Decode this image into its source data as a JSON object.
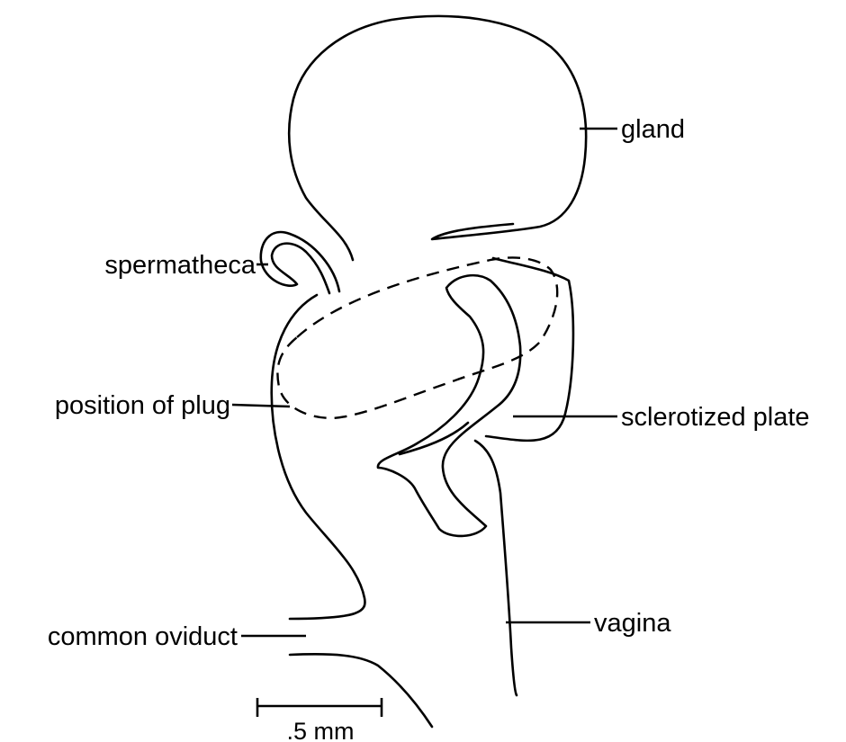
{
  "labels": {
    "gland": "gland",
    "spermatheca": "spermatheca",
    "position_of_plug": "position of plug",
    "sclerotized_plate": "sclerotized plate",
    "vagina": "vagina",
    "common_oviduct": "common oviduct"
  },
  "scale_bar": {
    "label": ".5 mm"
  }
}
